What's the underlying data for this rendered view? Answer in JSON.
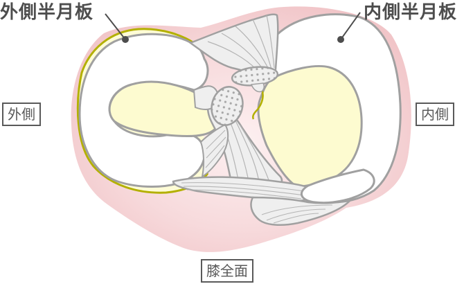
{
  "labels": {
    "lateral_meniscus": "外側半月板",
    "medial_meniscus": "内側半月板",
    "lateral_side": "外側",
    "medial_side": "内側",
    "anterior": "膝全面"
  },
  "colors": {
    "tibia_plateau": "#f2c9cc",
    "meniscus_fill": "#ffffff",
    "meniscus_outline": "#a0a0a0",
    "cartilage_fill": "#fdfbd0",
    "lateral_highlight": "#b3b000",
    "ligament_fill": "#efefef",
    "ligament_lines": "#b4b4b4",
    "label_text": "#4d4d4d",
    "pointer": "#4d4d4d"
  }
}
